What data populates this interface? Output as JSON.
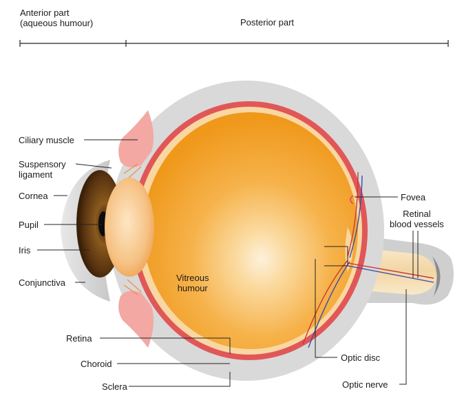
{
  "header": {
    "anterior_line1": "Anterior part",
    "anterior_line2": "(aqueous humour)",
    "posterior": "Posterior part"
  },
  "labels": {
    "ciliary_muscle": "Ciliary muscle",
    "suspensory_ligament_1": "Suspensory",
    "suspensory_ligament_2": "ligament",
    "cornea": "Cornea",
    "pupil": "Pupil",
    "iris": "Iris",
    "conjunctiva": "Conjunctiva",
    "vitreous_1": "Vitreous",
    "vitreous_2": "humour",
    "retina": "Retina",
    "choroid": "Choroid",
    "sclera": "Sclera",
    "fovea": "Fovea",
    "retinal_vessels_1": "Retinal",
    "retinal_vessels_2": "blood vessels",
    "optic_disc": "Optic disc",
    "optic_nerve": "Optic nerve"
  },
  "colors": {
    "sclera_outer": "#d6d6d6",
    "choroid": "#e05a5a",
    "retina": "#f7d7a4",
    "vitreous_center": "#fbe2b2",
    "vitreous_edge": "#f09a1a",
    "iris": "#6b3e16",
    "ciliary": "#f2a5a0",
    "nerve": "#f5dfb8",
    "leader": "#222222"
  }
}
